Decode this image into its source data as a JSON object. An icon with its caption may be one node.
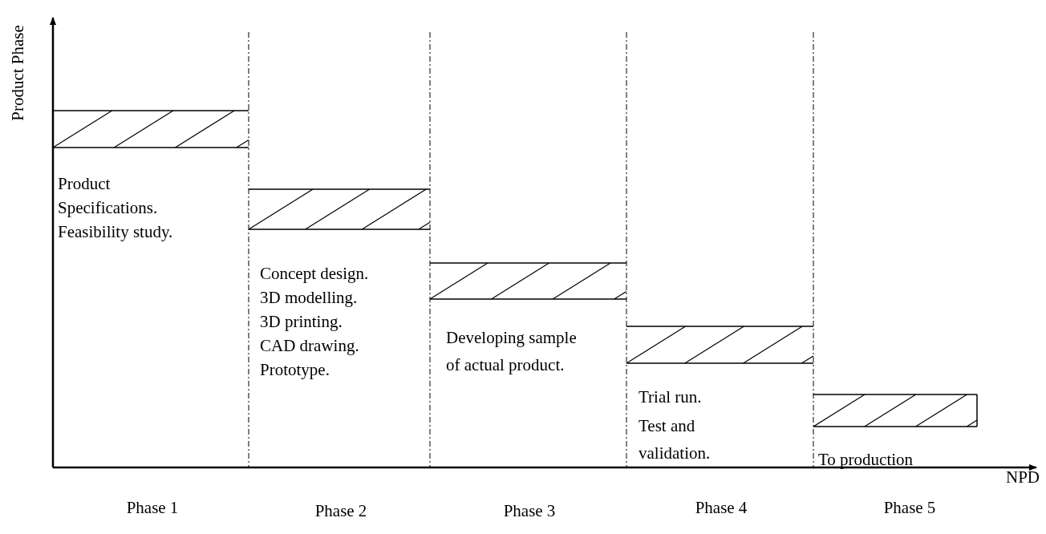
{
  "diagram": {
    "labels": [
      "Product Phase",
      "Product Specifications.",
      "Feasibility study.",
      "Concept design.",
      "3D modelling.",
      "3D printing.",
      "CAD drawing.",
      "Prototype.",
      "Developing sample of actual product.",
      "Trial run.",
      "Test and validation.",
      "To production",
      "NPD",
      "Phase 1",
      "Phase 2",
      "Phase 3",
      "Phase 4",
      "Phase 5"
    ]
  }
}
